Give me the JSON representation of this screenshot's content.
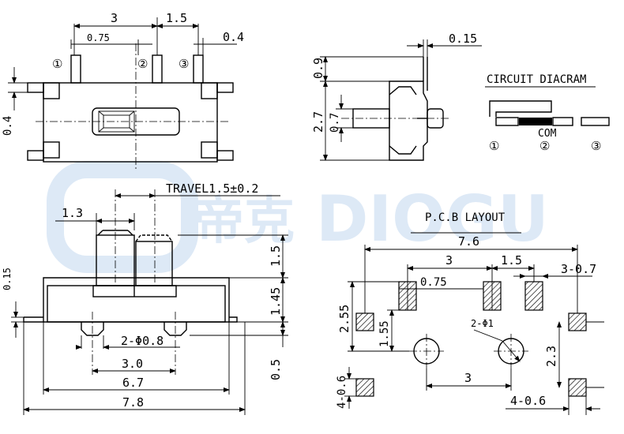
{
  "watermark": {
    "brand_cn": "帝克",
    "brand_en": "DIOGU"
  },
  "top_view": {
    "dims": {
      "pitch": "3",
      "pitch2": "1.5",
      "pin_w": "0.75",
      "pin_gap": "0.4",
      "tab_h": "0.4"
    },
    "pins": [
      "①",
      "②",
      "③"
    ]
  },
  "side_view": {
    "dims": {
      "thk": "0.15",
      "h_top": "0.9",
      "h_total": "2.7",
      "h_act": "0.7"
    }
  },
  "circuit": {
    "title": "CIRCUIT DIACRAM",
    "com": "COM",
    "pins": [
      "①",
      "②",
      "③"
    ]
  },
  "front_view": {
    "travel": "TRAVEL1.5±0.2",
    "dims": {
      "act_w": "1.3",
      "act_h": "1.5",
      "body_h": "1.45",
      "base_h": "0.5",
      "t": "0.15",
      "post": "2-Φ0.8",
      "post_pitch": "3.0",
      "body_w": "6.7",
      "total_w": "7.8"
    }
  },
  "pcb": {
    "title": "P.C.B LAYOUT",
    "dims": {
      "w": "7.6",
      "p3": "3",
      "p15": "1.5",
      "pad": "3-0.7",
      "pad_w": "0.75",
      "h255": "2.55",
      "h155": "1.55",
      "hole": "2-Φ1",
      "h23": "2.3",
      "hole_pitch": "3",
      "tab_l": "4-0.6",
      "tab_r": "4-0.6"
    }
  }
}
